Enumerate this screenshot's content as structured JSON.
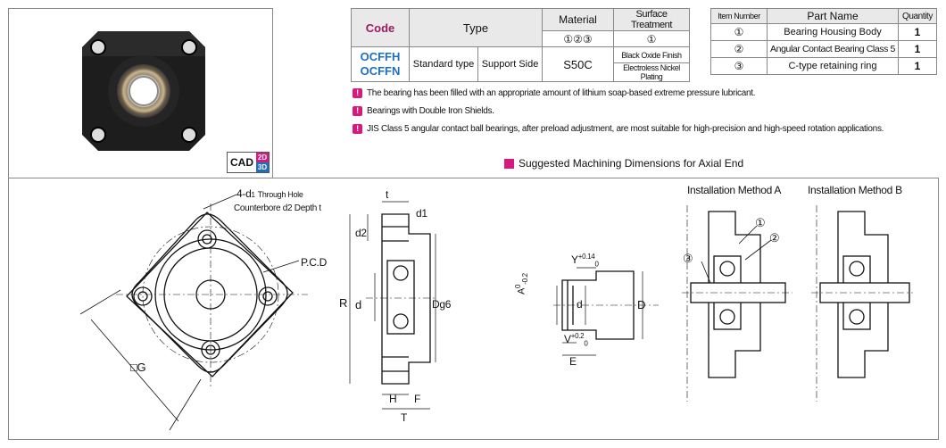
{
  "spec_table": {
    "headers": {
      "code": "Code",
      "type": "Type",
      "material": "Material",
      "surface": "Surface Treatment"
    },
    "material_items": "①②③",
    "surface_items": "①",
    "row": {
      "codes": [
        "OCFFH",
        "OCFFN"
      ],
      "type": "Standard type",
      "side": "Support Side",
      "material": "S50C",
      "surfaces": [
        "Black Oxide Finish",
        "Electroless Nickel Plating"
      ]
    }
  },
  "parts_table": {
    "headers": {
      "item": "Item Number",
      "name": "Part Name",
      "qty": "Quantity"
    },
    "rows": [
      {
        "item": "①",
        "name": "Bearing Housing Body",
        "qty": "1"
      },
      {
        "item": "②",
        "name": "Angular Contact Bearing Class 5",
        "qty": "1"
      },
      {
        "item": "③",
        "name": "C-type retaining ring",
        "qty": "1"
      }
    ]
  },
  "notes": [
    "The bearing has been filled with an appropriate amount of lithium soap-based extreme pressure lubricant.",
    "Bearings with Double Iron Shields.",
    "JIS Class 5 angular contact ball bearings, after preload adjustment, are most suitable for high-precision and high-speed rotation applications."
  ],
  "note_mark": "!",
  "cad": {
    "label": "CAD",
    "d2": "2D",
    "d3": "3D"
  },
  "suggested_title": "Suggested Machining Dimensions for Axial End",
  "install_a": "Installation Method A",
  "install_b": "Installation Method B",
  "dims": {
    "through_hole": "4-d",
    "through_hole_sub": "1",
    "through_hole_tail": "Through Hole",
    "counterbore": "Counterbore d2 Depth t",
    "pcd": "P.C.D",
    "g": "□G",
    "t": "t",
    "d1": "d1",
    "d2": "d2",
    "R": "R",
    "d": "d",
    "Dg6": "Dg6",
    "H": "H",
    "F": "F",
    "T": "T",
    "Y": "Y",
    "Y_tol": "+0.14",
    "Y_tol_low": "0",
    "A": "A",
    "A_tol": "-0.2",
    "A_tol_high": "0",
    "V": "V",
    "V_tol": "+0.2",
    "V_tol_low": "0",
    "E": "E",
    "D": "D",
    "c1": "①",
    "c2": "②",
    "c3": "③"
  }
}
